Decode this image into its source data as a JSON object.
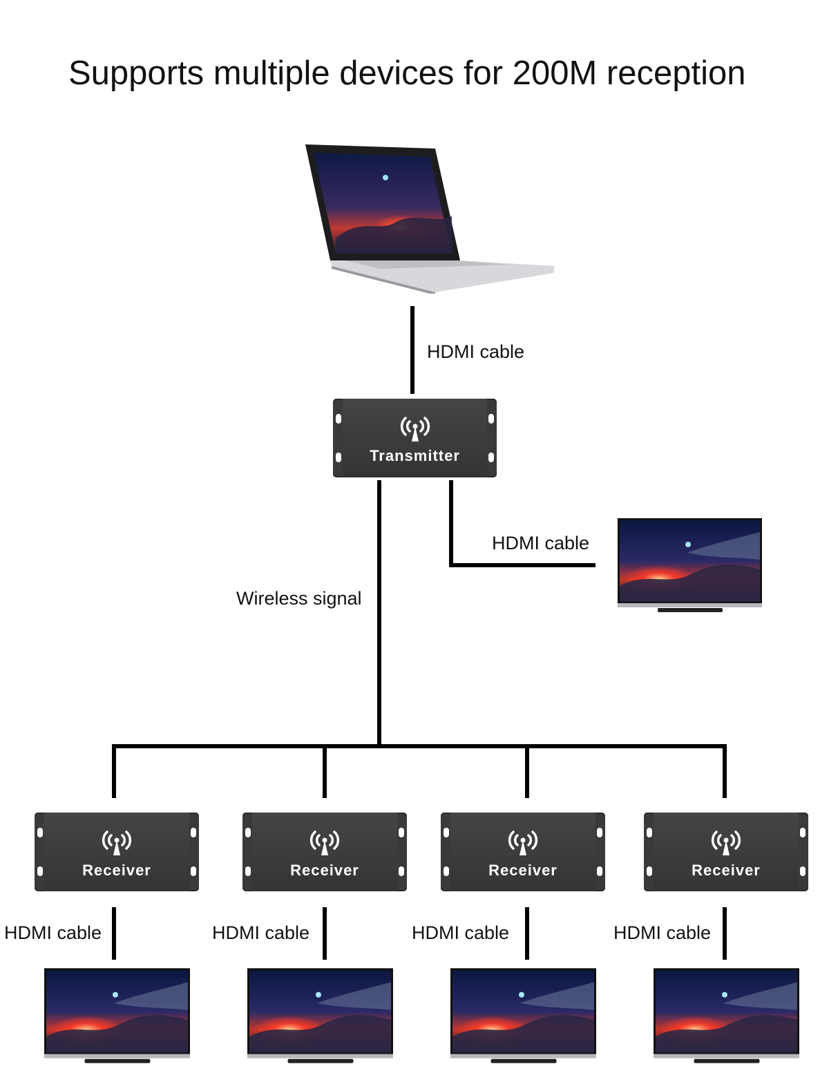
{
  "header": {
    "cut_heading": "— — — — —",
    "title": "Supports multiple devices for 200M reception"
  },
  "labels": {
    "hdmi_top": "HDMI cable",
    "hdmi_side": "HDMI cable",
    "wireless": "Wireless signal",
    "hdmi_receivers": [
      "HDMI cable",
      "HDMI cable",
      "HDMI cable",
      "HDMI cable"
    ]
  },
  "transmitter": {
    "label": "Transmitter",
    "icon": "antenna-icon"
  },
  "receivers": [
    {
      "label": "Receiver",
      "icon": "antenna-icon"
    },
    {
      "label": "Receiver",
      "icon": "antenna-icon"
    },
    {
      "label": "Receiver",
      "icon": "antenna-icon"
    },
    {
      "label": "Receiver",
      "icon": "antenna-icon"
    }
  ],
  "colors": {
    "device": "#3c3c3c",
    "line": "#000000",
    "screen_sky": "#1a2050",
    "screen_glow": "#ff3020"
  }
}
